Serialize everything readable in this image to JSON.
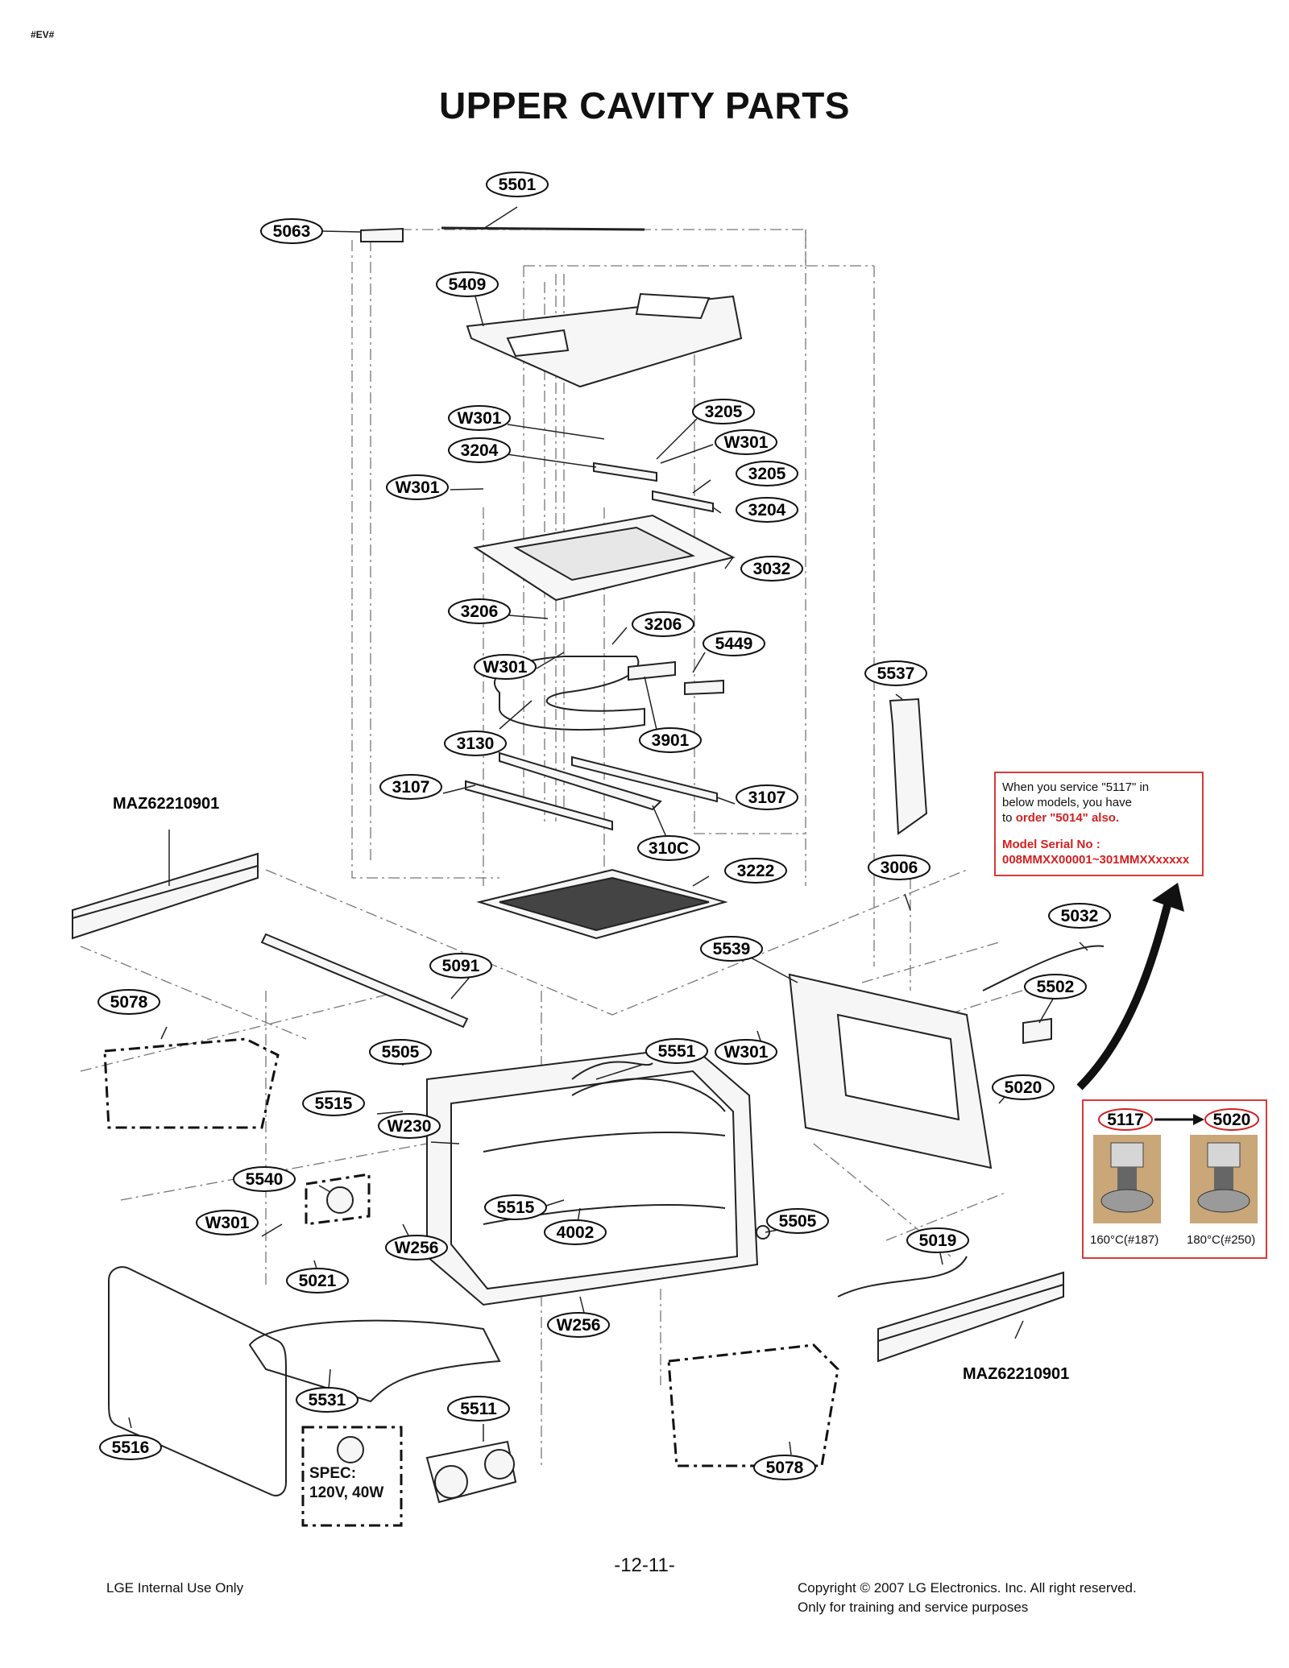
{
  "header": {
    "doc_code": "#EV#",
    "title": "UPPER CAVITY PARTS"
  },
  "callouts": [
    {
      "id": "c-5501",
      "text": "5501"
    },
    {
      "id": "c-5063",
      "text": "5063"
    },
    {
      "id": "c-5409",
      "text": "5409"
    },
    {
      "id": "c-w301-a",
      "text": "W301"
    },
    {
      "id": "c-3205-a",
      "text": "3205"
    },
    {
      "id": "c-w301-b",
      "text": "W301"
    },
    {
      "id": "c-3204-a",
      "text": "3204"
    },
    {
      "id": "c-3205-b",
      "text": "3205"
    },
    {
      "id": "c-w301-c",
      "text": "W301"
    },
    {
      "id": "c-3204-b",
      "text": "3204"
    },
    {
      "id": "c-3032",
      "text": "3032"
    },
    {
      "id": "c-3206-a",
      "text": "3206"
    },
    {
      "id": "c-3206-b",
      "text": "3206"
    },
    {
      "id": "c-5449",
      "text": "5449"
    },
    {
      "id": "c-w301-d",
      "text": "W301"
    },
    {
      "id": "c-5537",
      "text": "5537"
    },
    {
      "id": "c-3901",
      "text": "3901"
    },
    {
      "id": "c-3130",
      "text": "3130"
    },
    {
      "id": "c-3107-a",
      "text": "3107"
    },
    {
      "id": "c-3107-b",
      "text": "3107"
    },
    {
      "id": "c-310c",
      "text": "310C"
    },
    {
      "id": "c-3222",
      "text": "3222"
    },
    {
      "id": "c-3006",
      "text": "3006"
    },
    {
      "id": "c-5032",
      "text": "5032"
    },
    {
      "id": "c-5539",
      "text": "5539"
    },
    {
      "id": "c-5091",
      "text": "5091"
    },
    {
      "id": "c-5078-a",
      "text": "5078"
    },
    {
      "id": "c-5502",
      "text": "5502"
    },
    {
      "id": "c-5505-a",
      "text": "5505"
    },
    {
      "id": "c-5551",
      "text": "5551"
    },
    {
      "id": "c-w301-e",
      "text": "W301"
    },
    {
      "id": "c-5020",
      "text": "5020"
    },
    {
      "id": "c-5515-a",
      "text": "5515"
    },
    {
      "id": "c-w230",
      "text": "W230"
    },
    {
      "id": "c-5540",
      "text": "5540"
    },
    {
      "id": "c-5515-b",
      "text": "5515"
    },
    {
      "id": "c-4002",
      "text": "4002"
    },
    {
      "id": "c-5505-b",
      "text": "5505"
    },
    {
      "id": "c-w301-f",
      "text": "W301"
    },
    {
      "id": "c-w256-a",
      "text": "W256"
    },
    {
      "id": "c-5019",
      "text": "5019"
    },
    {
      "id": "c-5021",
      "text": "5021"
    },
    {
      "id": "c-w256-b",
      "text": "W256"
    },
    {
      "id": "c-5531",
      "text": "5531"
    },
    {
      "id": "c-5511",
      "text": "5511"
    },
    {
      "id": "c-5516",
      "text": "5516"
    },
    {
      "id": "c-5078-b",
      "text": "5078"
    }
  ],
  "plain_labels": [
    {
      "id": "maz-left",
      "text": "MAZ62210901"
    },
    {
      "id": "maz-right",
      "text": "MAZ62210901"
    }
  ],
  "notice": {
    "line1": "When you service \"5117\" in",
    "line2": "below models, you have",
    "line3_prefix": "to ",
    "line3_red": "order \"5014\" also.",
    "model_label": "Model Serial No :",
    "model_range": "008MMXX00001~301MMXXxxxxx"
  },
  "replacement": {
    "old_part": "5117",
    "new_part": "5020",
    "old_spec": "160°C(#187)",
    "new_spec": "180°C(#250)"
  },
  "spec_box": {
    "line1": "SPEC:",
    "line2": "120V, 40W"
  },
  "footer": {
    "left": "LGE Internal Use Only",
    "page": "-12-11-",
    "copyright": "Copyright © 2007 LG Electronics. Inc. All right reserved.",
    "purpose": "Only for training and service purposes"
  }
}
